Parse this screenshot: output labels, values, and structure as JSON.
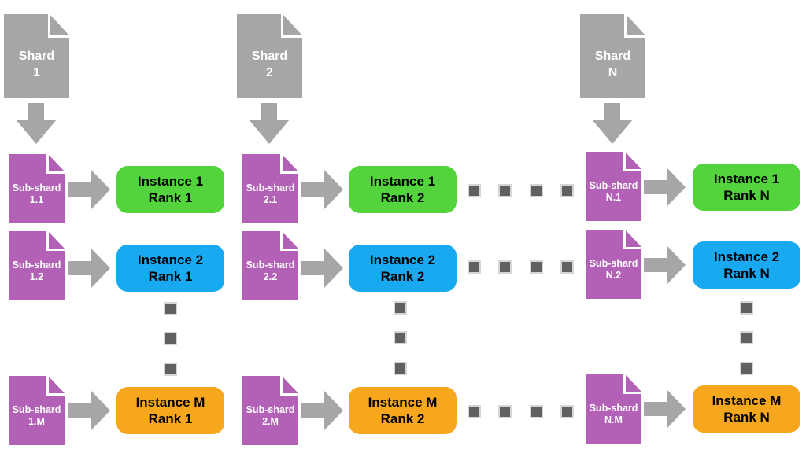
{
  "diagram_title": "Shard to sub-shard to instance distribution diagram",
  "colors": {
    "background": "#FFFFFF",
    "shard_document_gray": "#A8A5A6",
    "arrow_gray": "#A8A5A6",
    "subshard_document_purple": "#B261B6",
    "instance_green": "#53D33C",
    "instance_blue": "#18A9F0",
    "instance_orange": "#F7A71E",
    "ellipsis_dot_gray": "#5F6060",
    "document_text": "#FFFFFF",
    "instance_text": "#000000"
  },
  "columns": [
    {
      "shard": {
        "line1": "Shard",
        "line2": "1"
      },
      "rows": [
        {
          "sub_shard": {
            "line1": "Sub-shard",
            "line2": "1.1"
          },
          "instance": {
            "line1": "Instance 1",
            "line2": "Rank 1"
          }
        },
        {
          "sub_shard": {
            "line1": "Sub-shard",
            "line2": "1.2"
          },
          "instance": {
            "line1": "Instance 2",
            "line2": "Rank 1"
          }
        },
        {
          "sub_shard": {
            "line1": "Sub-shard",
            "line2": "1.M"
          },
          "instance": {
            "line1": "Instance M",
            "line2": "Rank 1"
          }
        }
      ]
    },
    {
      "shard": {
        "line1": "Shard",
        "line2": "2"
      },
      "rows": [
        {
          "sub_shard": {
            "line1": "Sub-shard",
            "line2": "2.1"
          },
          "instance": {
            "line1": "Instance 1",
            "line2": "Rank 2"
          }
        },
        {
          "sub_shard": {
            "line1": "Sub-shard",
            "line2": "2.2"
          },
          "instance": {
            "line1": "Instance 2",
            "line2": "Rank 2"
          }
        },
        {
          "sub_shard": {
            "line1": "Sub-shard",
            "line2": "2.M"
          },
          "instance": {
            "line1": "Instance M",
            "line2": "Rank 2"
          }
        }
      ]
    },
    {
      "shard": {
        "line1": "Shard",
        "line2": "N"
      },
      "rows": [
        {
          "sub_shard": {
            "line1": "Sub-shard",
            "line2": "N.1"
          },
          "instance": {
            "line1": "Instance 1",
            "line2": "Rank N"
          }
        },
        {
          "sub_shard": {
            "line1": "Sub-shard",
            "line2": "N.2"
          },
          "instance": {
            "line1": "Instance 2",
            "line2": "Rank N"
          }
        },
        {
          "sub_shard": {
            "line1": "Sub-shard",
            "line2": "N.M"
          },
          "instance": {
            "line1": "Instance M",
            "line2": "Rank N"
          }
        }
      ]
    }
  ]
}
